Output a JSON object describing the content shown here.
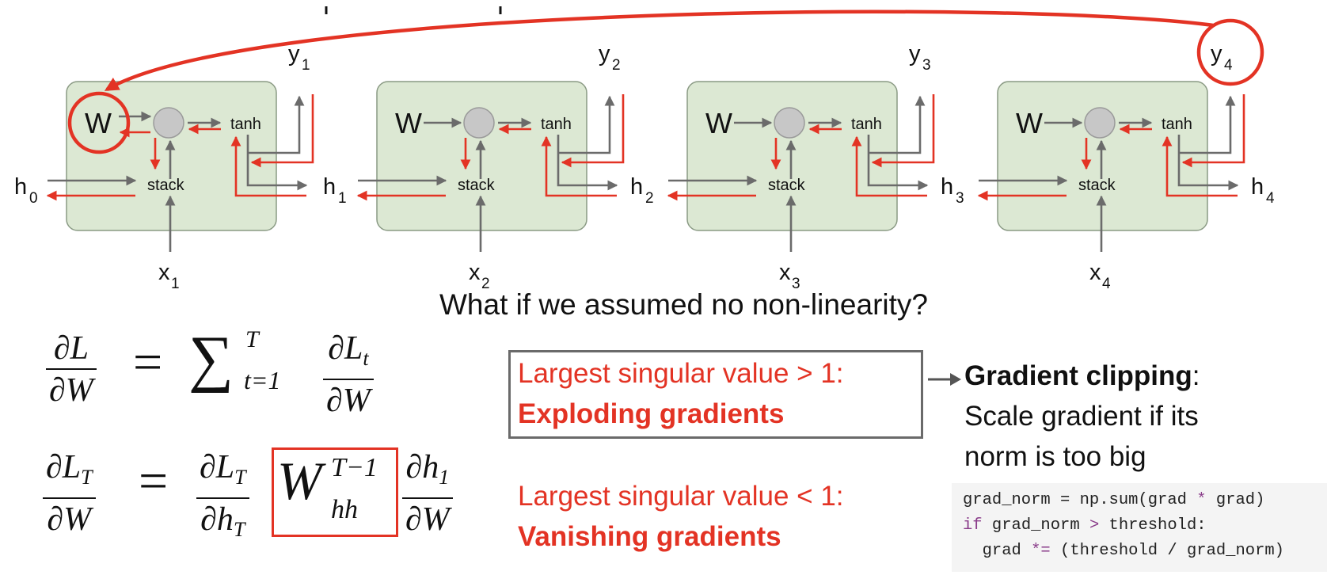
{
  "diagram": {
    "cells": [
      {
        "w": "W",
        "tanh": "tanh",
        "stack": "stack",
        "h_in": "h",
        "h_in_sub": "0",
        "h_out": "h",
        "h_out_sub": "1",
        "x": "x",
        "x_sub": "1",
        "y": "y",
        "y_sub": "1"
      },
      {
        "w": "W",
        "tanh": "tanh",
        "stack": "stack",
        "h_out": "h",
        "h_out_sub": "2",
        "x": "x",
        "x_sub": "2",
        "y": "y",
        "y_sub": "2"
      },
      {
        "w": "W",
        "tanh": "tanh",
        "stack": "stack",
        "h_out": "h",
        "h_out_sub": "3",
        "x": "x",
        "x_sub": "3",
        "y": "y",
        "y_sub": "3"
      },
      {
        "w": "W",
        "tanh": "tanh",
        "stack": "stack",
        "h_out": "h",
        "h_out_sub": "4",
        "x": "x",
        "x_sub": "4",
        "y": "y",
        "y_sub": "4"
      }
    ],
    "colors": {
      "cell_fill": "#dce8d3",
      "forward": "#6b6b6b",
      "backward": "#e33324"
    }
  },
  "question": "What if we assumed no non-linearity?",
  "equations": {
    "eq1": {
      "lhs_num": "∂L",
      "lhs_den": "∂W",
      "sum": "∑",
      "sum_sup": "T",
      "sum_sub": "t=1",
      "rhs_num": "∂L",
      "rhs_num_sub": "t",
      "rhs_den": "∂W"
    },
    "eq2": {
      "lhs_num": "∂L",
      "lhs_num_sub": "T",
      "lhs_den": "∂W",
      "a_num": "∂L",
      "a_num_sub": "T",
      "a_den": "∂h",
      "a_den_sub": "T",
      "w": "W",
      "w_sup": "T−1",
      "w_sub": "hh",
      "b_num": "∂h",
      "b_num_sub": "1",
      "b_den": "∂W"
    }
  },
  "exploding": {
    "line1": "Largest singular value > 1:",
    "line2": "Exploding gradients"
  },
  "vanishing": {
    "line1": "Largest singular value < 1:",
    "line2": "Vanishing gradients"
  },
  "clipping": {
    "title": "Gradient clipping",
    "colon": ":",
    "line2": "Scale gradient if its",
    "line3": "norm is too big"
  },
  "code": {
    "line1_a": "grad_norm = np.sum(grad ",
    "line1_op": "*",
    "line1_b": " grad)",
    "line2_kw": "if",
    "line2_a": " grad_norm ",
    "line2_op": ">",
    "line2_b": " threshold:",
    "line3_a": "  grad ",
    "line3_op": "*=",
    "line3_b": " (threshold / grad_norm)"
  }
}
